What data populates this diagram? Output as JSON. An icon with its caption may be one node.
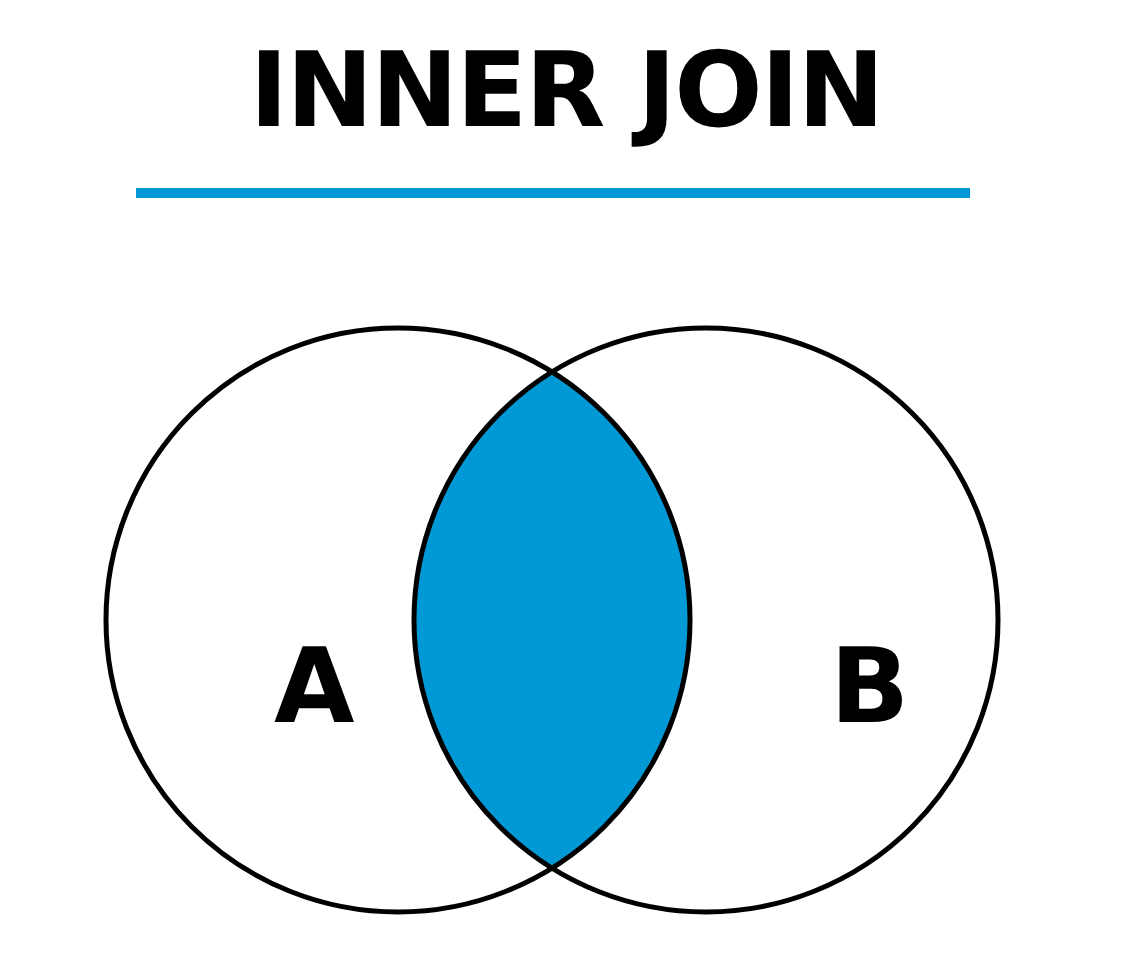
{
  "diagram": {
    "title": "INNER JOIN",
    "nodes": [
      {
        "text": [
          "A"
        ]
      },
      {
        "text": [
          "B"
        ]
      }
    ],
    "edges": []
  }
}
